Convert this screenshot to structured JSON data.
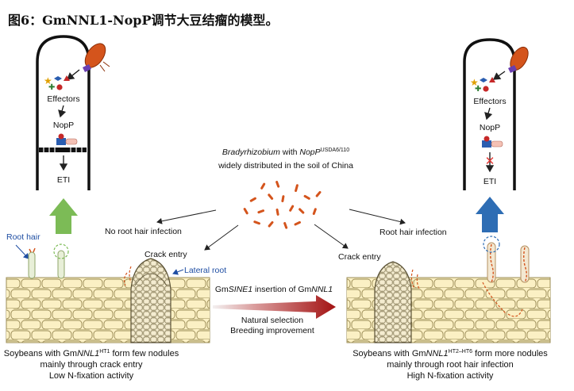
{
  "figure": {
    "title": "图6：GmNNL1-NopP调节大豆结瘤的模型。"
  },
  "left_cell": {
    "effectors": "Effectors",
    "noPP": "NopP",
    "eti": "ETI"
  },
  "right_cell": {
    "effectors": "Effectors",
    "noPP": "NopP",
    "eti": "ETI"
  },
  "soil": {
    "line1_italic": "Bradyrhizobium",
    "line1_with": " with ",
    "line1_nopp": "NopP",
    "line1_sup": "USDA6/110",
    "line2": "widely distributed in the soil of China"
  },
  "labels": {
    "no_root_hair_infection": "No root hair infection",
    "root_hair_infection": "Root hair infection",
    "crack_entry_left": "Crack entry",
    "crack_entry_right": "Crack entry",
    "root_hair": "Root hair",
    "lateral_root": "Lateral root"
  },
  "center_arrow": {
    "top_gm": "Gm",
    "top_sine": "SINE1",
    "top_mid": " insertion of Gm",
    "top_nnl": "NNL1",
    "line2": "Natural selection",
    "line3": "Breeding improvement"
  },
  "bottom_left": {
    "l1_a": "Soybeans with Gm",
    "l1_b": "NNL1",
    "l1_sup": "HT1",
    "l1_c": " form few nodules",
    "l2": "mainly through crack entry",
    "l3": "Low N-fixation activity"
  },
  "bottom_right": {
    "l1_a": "Soybeans with Gm",
    "l1_b": "NNL1",
    "l1_sup": "HT2–HT6",
    "l1_c": " form more nodules",
    "l2": "mainly through root hair infection",
    "l3": "High N-fixation activity"
  },
  "colors": {
    "green_arrow": "#7cbb56",
    "blue_arrow": "#2e6db4",
    "tissue": "#fbf0c4",
    "cell_wall": "#9a8b55",
    "bacteria": "#d4541c",
    "red_arrow": "#b71c1c"
  }
}
